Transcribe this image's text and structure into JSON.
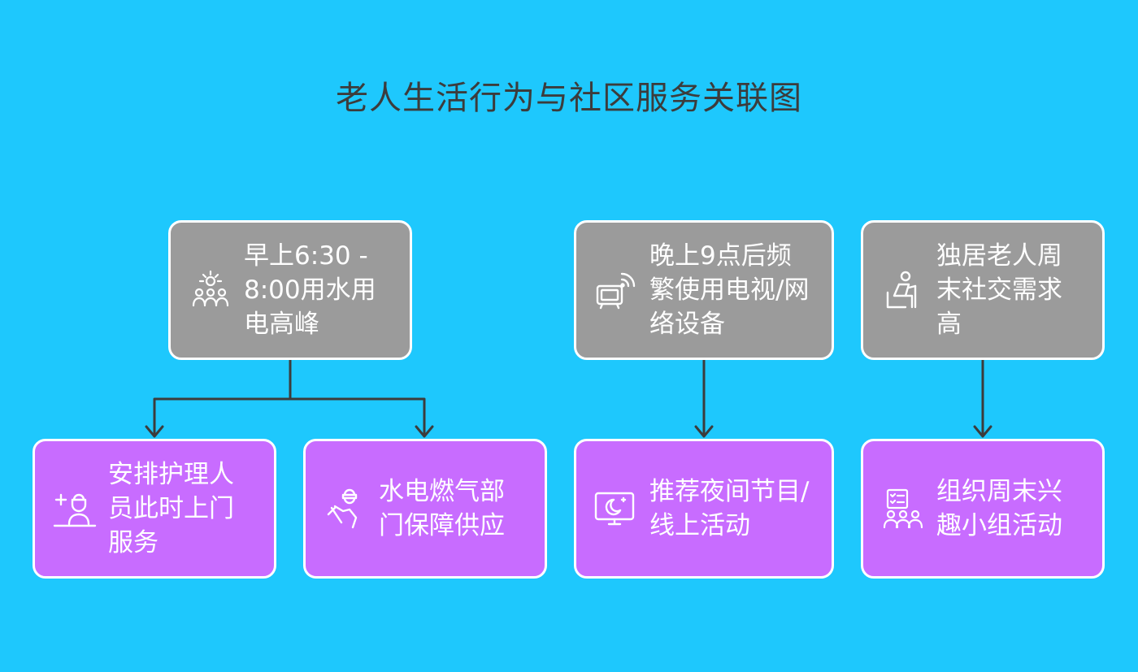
{
  "title": "老人生活行为与社区服务关联图",
  "colors": {
    "background": "#1ec8fd",
    "behavior_node": "#9b9b9b",
    "service_node": "#c86cff",
    "connector": "#3c3c3c",
    "text": "#ffffff"
  },
  "behaviors": [
    {
      "id": "morning",
      "label": "早上6:30 - 8:00用水用电高峰",
      "icon": "sun-crowd-icon"
    },
    {
      "id": "night",
      "label": "晚上9点后频繁使用电视/网络设备",
      "icon": "tv-signal-icon"
    },
    {
      "id": "weekend",
      "label": "独居老人周末社交需求高",
      "icon": "elderly-cane-icon"
    }
  ],
  "services": [
    {
      "id": "nursing",
      "label": "安排护理人员此时上门服务",
      "icon": "nurse-icon"
    },
    {
      "id": "utility",
      "label": "水电燃气部门保障供应",
      "icon": "worker-icon"
    },
    {
      "id": "programs",
      "label": "推荐夜间节目/线上活动",
      "icon": "night-screen-icon"
    },
    {
      "id": "groups",
      "label": "组织周末兴趣小组活动",
      "icon": "group-checklist-icon"
    }
  ],
  "links": [
    {
      "from": "morning",
      "to": "nursing"
    },
    {
      "from": "morning",
      "to": "utility"
    },
    {
      "from": "night",
      "to": "programs"
    },
    {
      "from": "weekend",
      "to": "groups"
    }
  ]
}
